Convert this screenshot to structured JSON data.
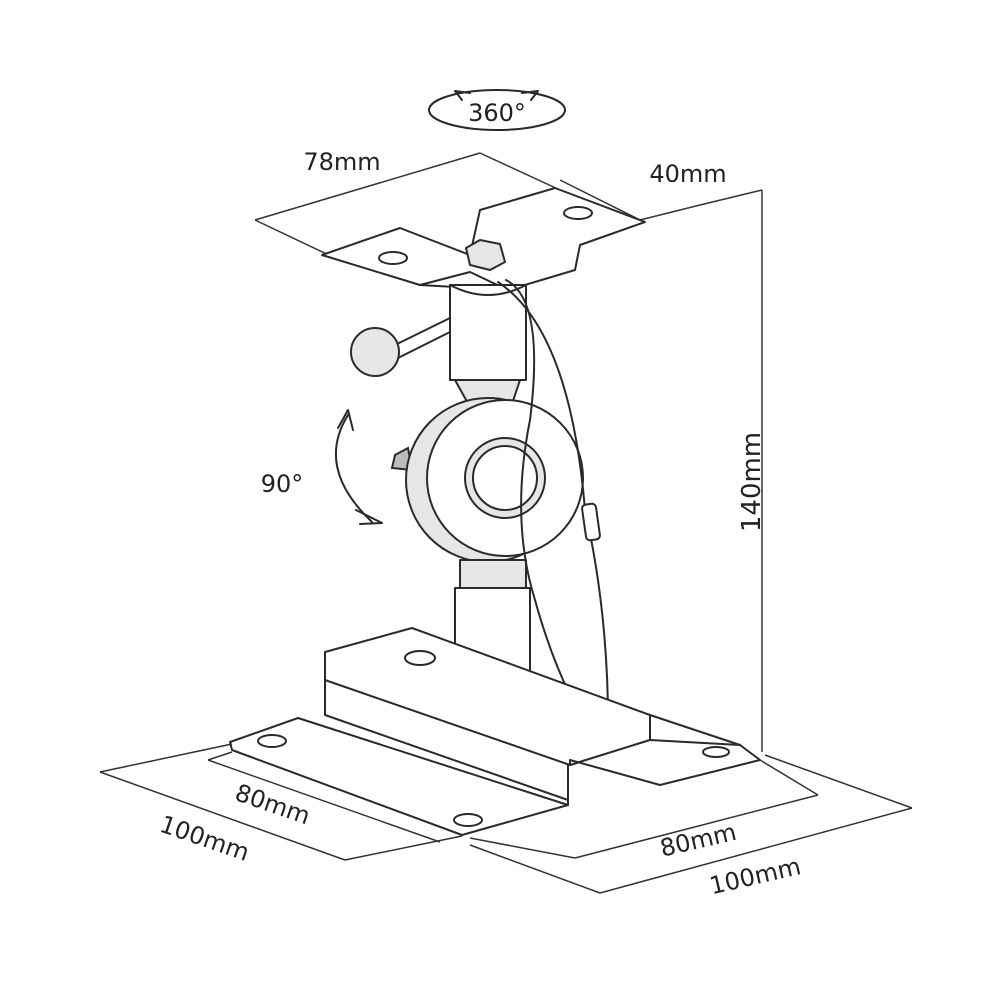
{
  "labels": {
    "rotate_360": "360°",
    "tilt_90": "90°",
    "top_plate_width": "78mm",
    "top_plate_depth": "40mm",
    "height": "140mm",
    "base_left_inner": "80mm",
    "base_left_outer": "100mm",
    "base_right_inner": "80mm",
    "base_right_outer": "100mm"
  }
}
